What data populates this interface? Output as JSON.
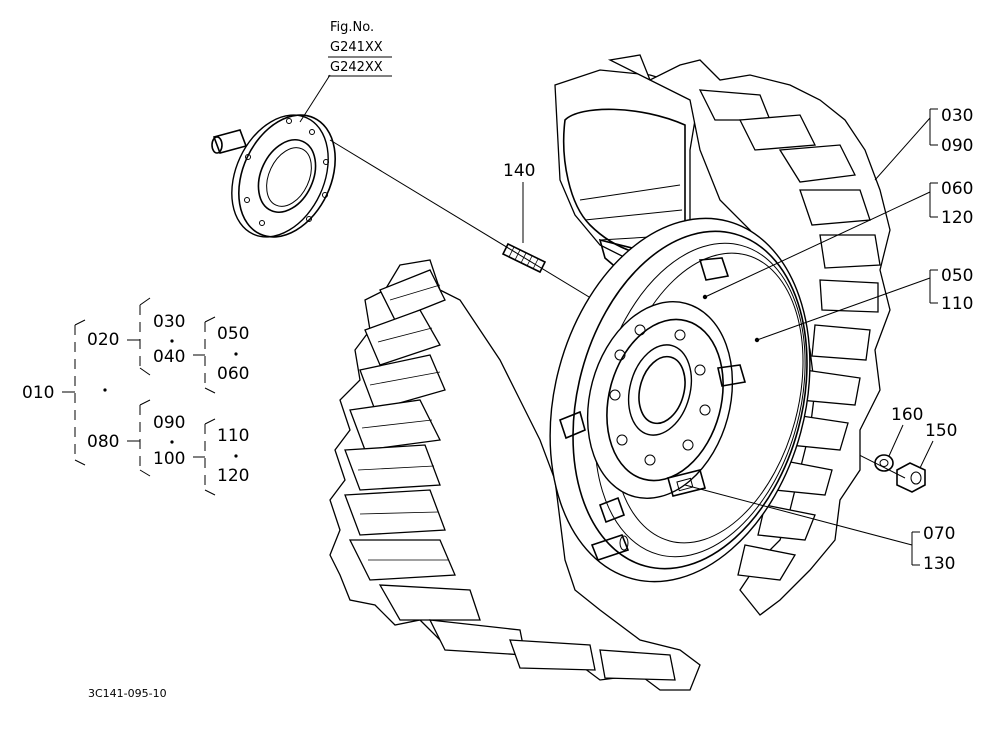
{
  "fig": {
    "heading": "Fig.No.",
    "numbers": [
      "G241XX",
      "G242XX"
    ]
  },
  "parts": {
    "p010": "010",
    "p020": "020",
    "p030": "030",
    "p040": "040",
    "p050": "050",
    "p060": "060",
    "p080": "080",
    "p090": "090",
    "p100": "100",
    "p110": "110",
    "p120": "120",
    "p140": "140",
    "p150": "150",
    "p160": "160"
  },
  "callouts": {
    "c030": "030",
    "c090": "090",
    "c060": "060",
    "c120": "120",
    "c050": "050",
    "c110": "110",
    "c070": "070",
    "c130": "130",
    "c140": "140",
    "c150": "150",
    "c160": "160"
  },
  "drawing_code": "3C141-095-10"
}
